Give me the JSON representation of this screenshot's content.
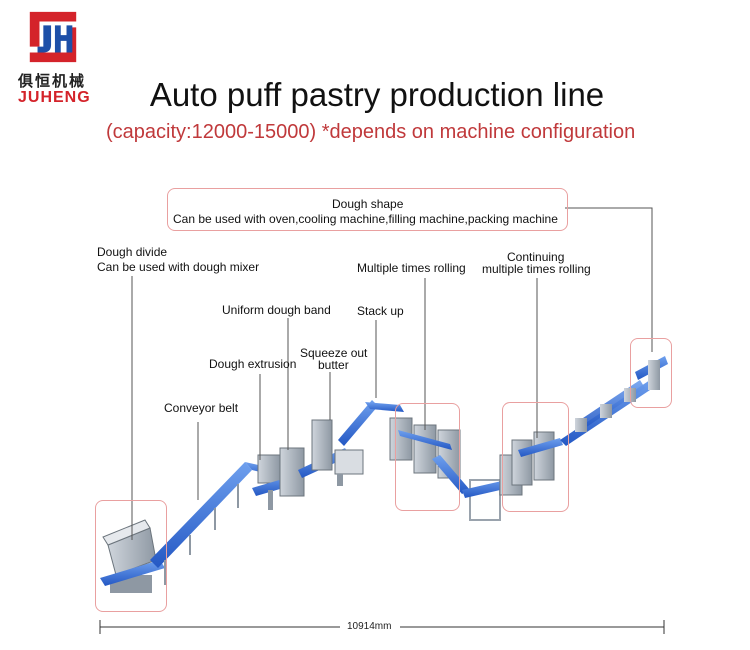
{
  "logo": {
    "cn": "俱恒机械",
    "en": "JUHENG",
    "mark": "JH-logo-icon"
  },
  "title": "Auto puff pastry production line",
  "subtitle": "(capacity:12000-15000)  *depends on machine configuration",
  "labels": {
    "dough_shape_title": "Dough shape",
    "dough_shape_desc": "Can be used with oven,cooling machine,filling machine,packing machine",
    "dough_divide_1": "Dough divide",
    "dough_divide_2": "Can be used with dough mixer",
    "multiple_rolling": "Multiple times rolling",
    "continuing_1": "Continuing",
    "continuing_2": "multiple times rolling",
    "uniform_band": "Uniform dough band",
    "stack_up": "Stack up",
    "squeeze_1": "Squeeze out",
    "squeeze_2": "butter",
    "extrusion": "Dough extrusion",
    "conveyor": "Conveyor belt"
  },
  "dimension": "10914mm",
  "colors": {
    "belt": "#2f6fd6",
    "belt_light": "#6fa0ee",
    "frame": "#9aa3ad",
    "callout": "#e9a0a0",
    "subtitle": "#c0393b"
  }
}
